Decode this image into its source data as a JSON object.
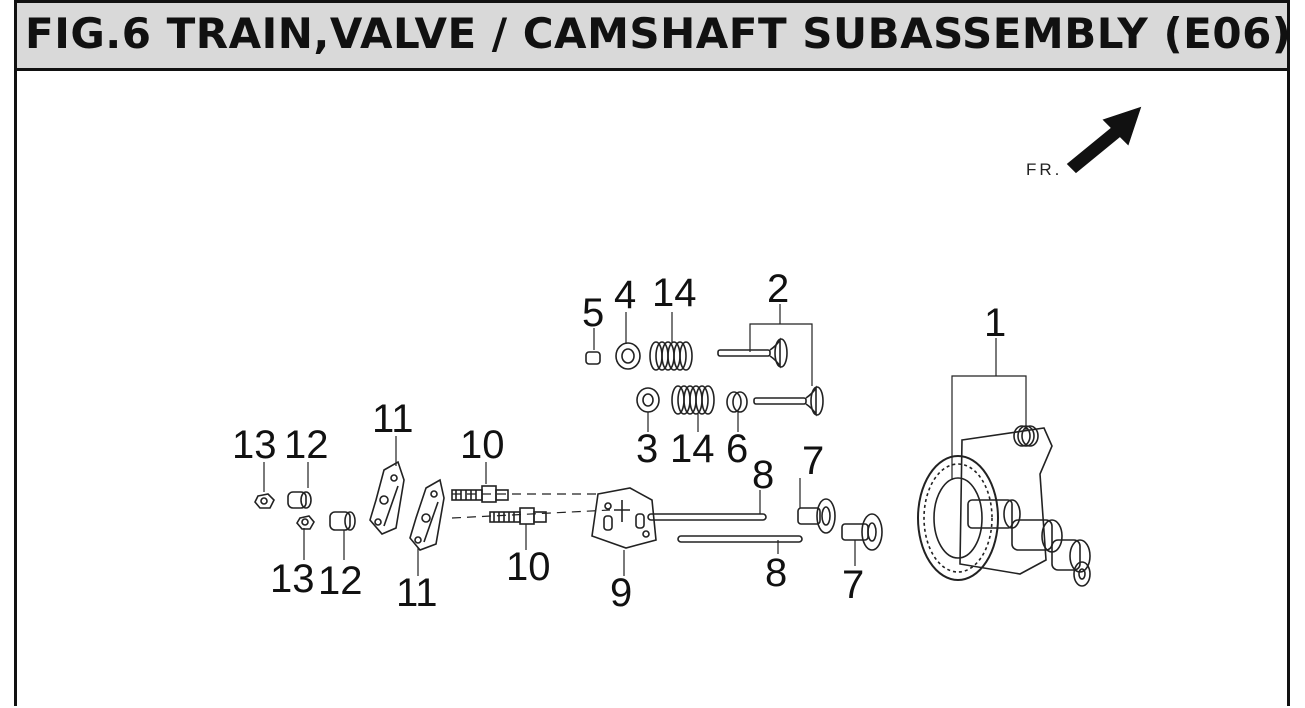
{
  "figure": {
    "title": "FIG.6 TRAIN,VALVE / CAMSHAFT SUBASSEMBLY  (E06)",
    "direction_label": "FR.",
    "callouts": {
      "c1": "1",
      "c2": "2",
      "c3": "3",
      "c4": "4",
      "c5": "5",
      "c6": "6",
      "c7a": "7",
      "c7b": "7",
      "c8a": "8",
      "c8b": "8",
      "c9": "9",
      "c10a": "10",
      "c10b": "10",
      "c11a": "11",
      "c11b": "11",
      "c12a": "12",
      "c12b": "12",
      "c13a": "13",
      "c13b": "13",
      "c14a": "14",
      "c14b": "14"
    }
  }
}
